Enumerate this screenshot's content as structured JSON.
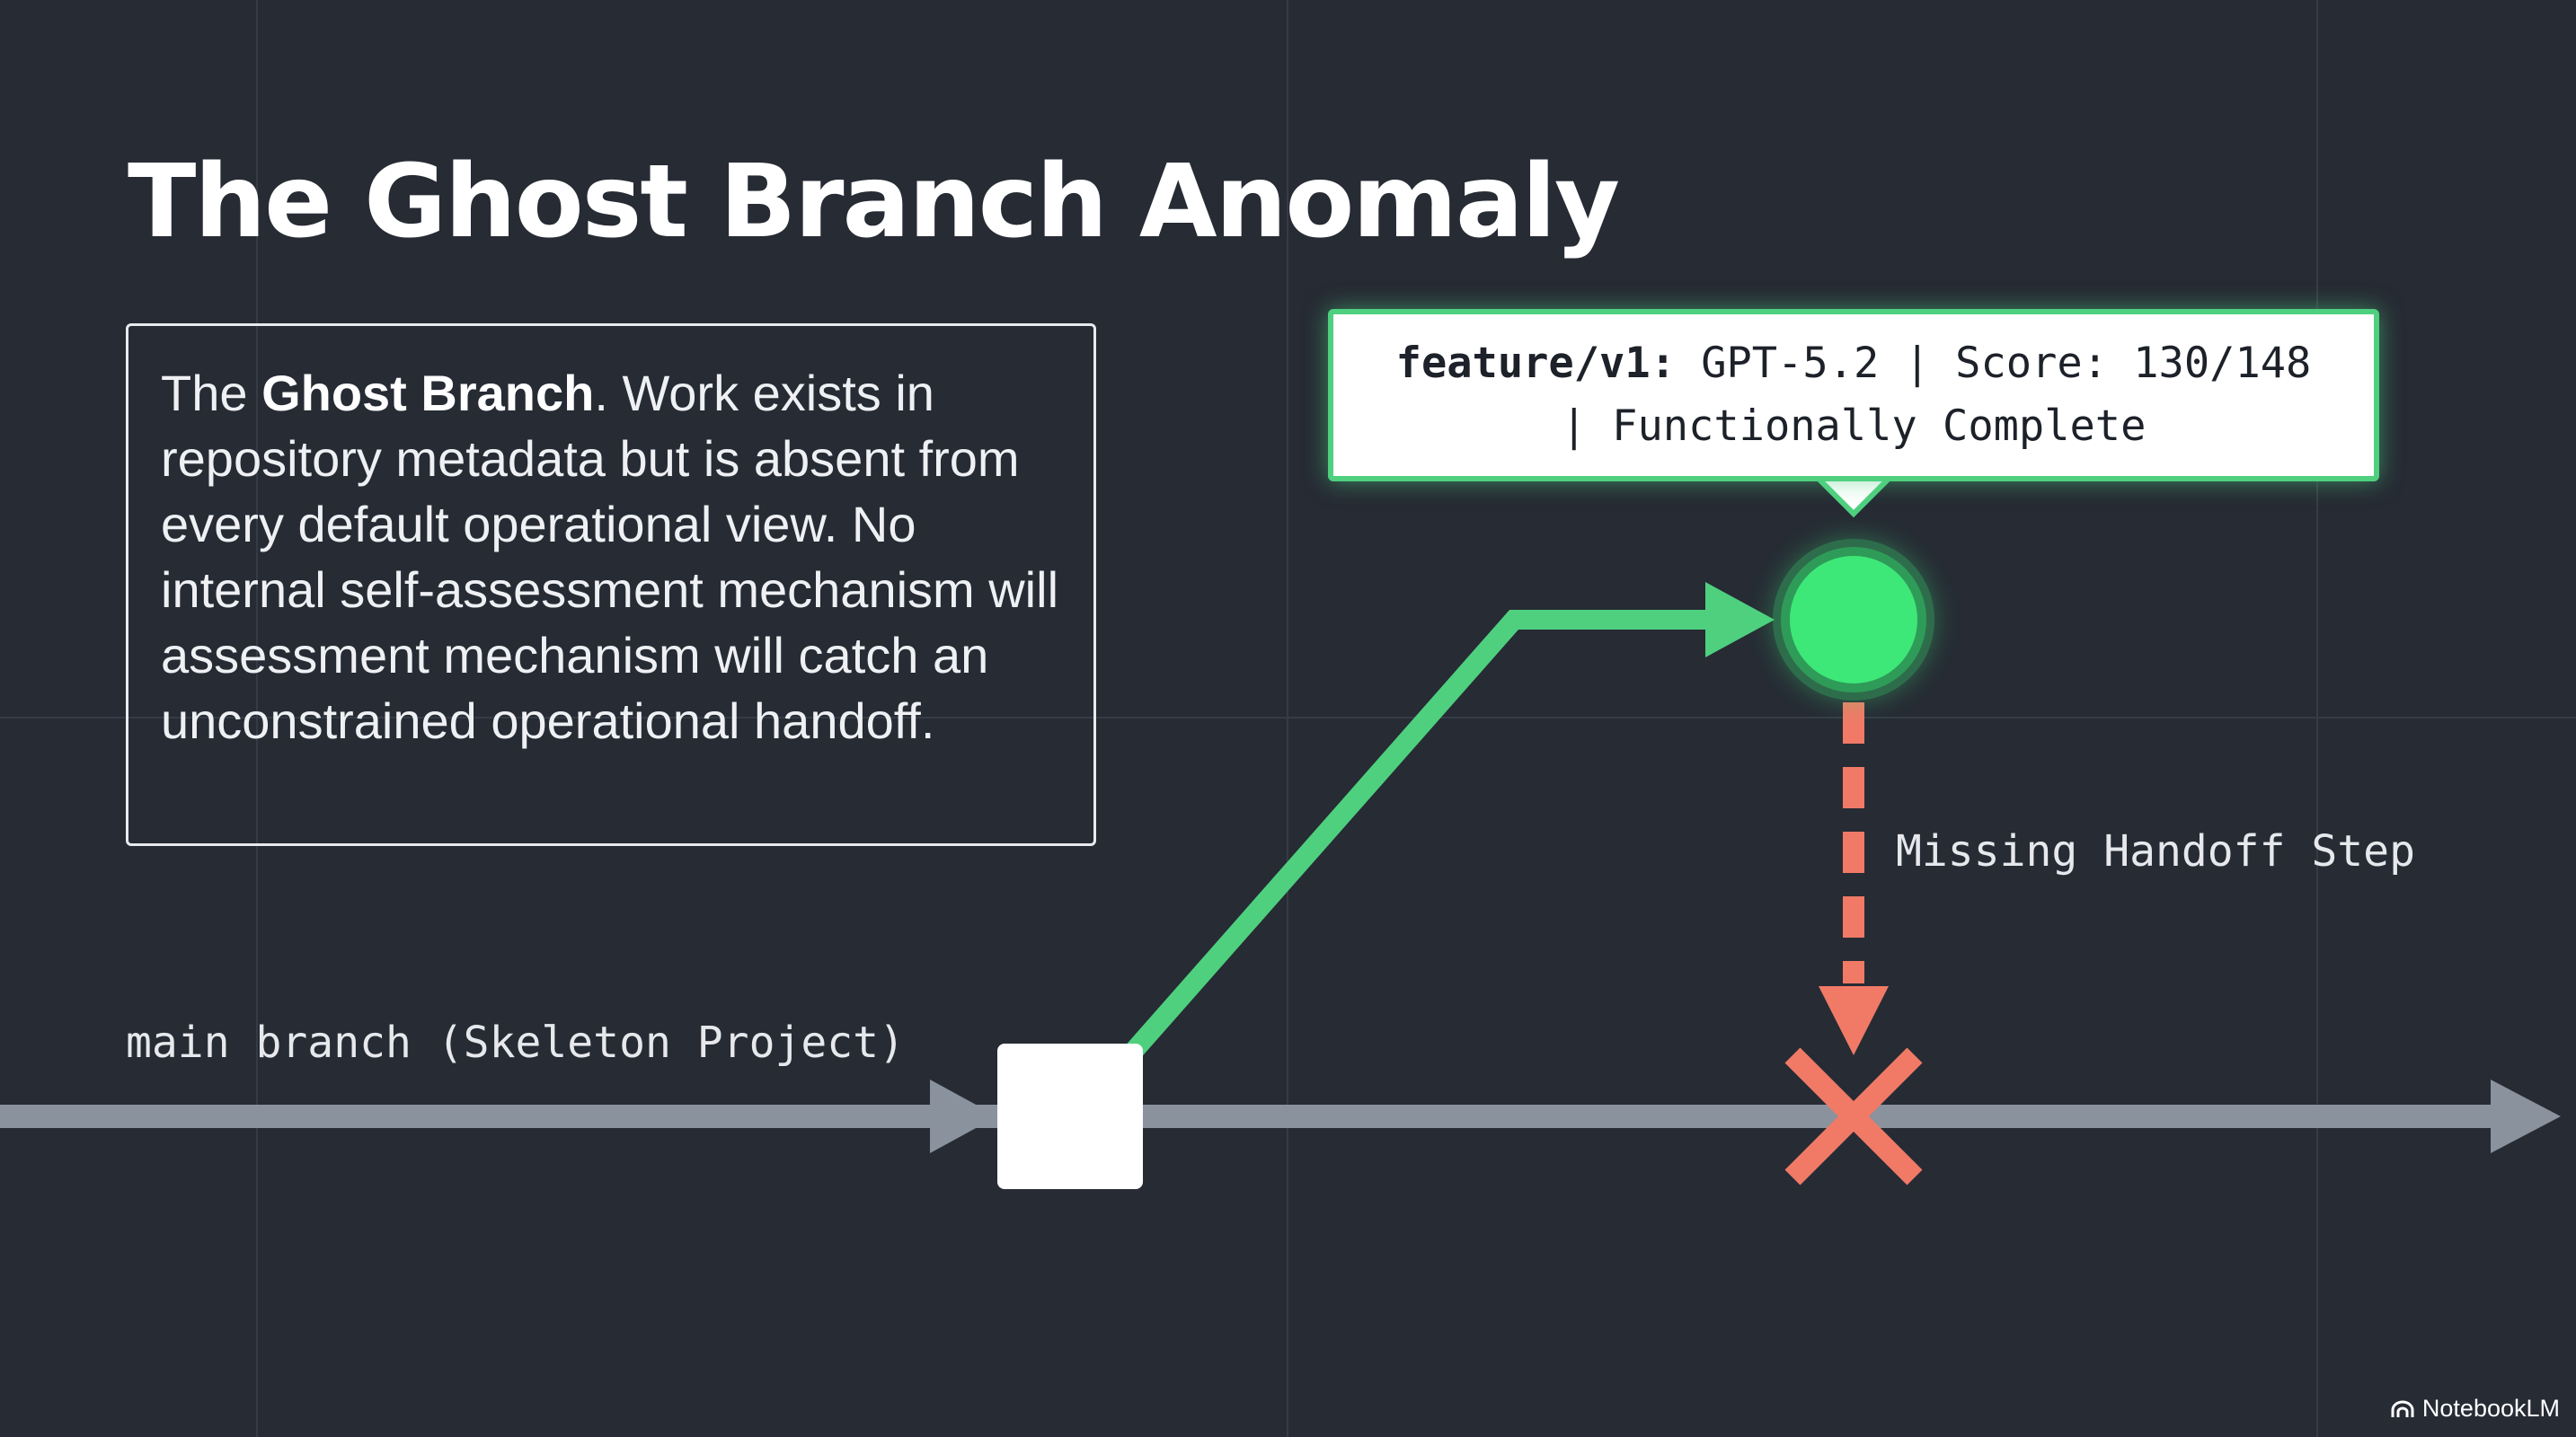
{
  "slide": {
    "title": "The Ghost Branch Anomaly"
  },
  "description": {
    "lead": "The ",
    "emphasis": "Ghost Branch",
    "rest": ". Work exists in repository metadata but is absent from every default operational view. No internal self-assessment mechanism will assessment mechanism will catch an unconstrained operational handoff."
  },
  "callout": {
    "key": "feature/v1:",
    "line1_rest": " GPT-5.2 | Score: 130/148",
    "line2": "| Functionally Complete"
  },
  "labels": {
    "main_branch": "main branch (Skeleton Project)",
    "missing_step": "Missing Handoff Step"
  },
  "branding": {
    "name": "NotebookLM"
  },
  "colors": {
    "background": "#262b34",
    "main_branch_line": "#8a929d",
    "feature_branch": "#4fd07f",
    "feature_node": "#3ee878",
    "missing_handoff": "#f07a66",
    "commit_node": "#ffffff"
  }
}
